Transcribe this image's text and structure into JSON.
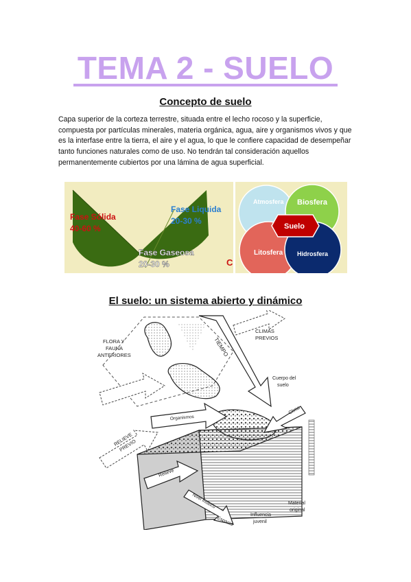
{
  "title": "TEMA 2 - SUELO",
  "section1": {
    "heading": "Concepto de suelo",
    "paragraph": "Capa superior de la corteza terrestre, situada entre el lecho rocoso y la superficie, compuesta por partículas minerales, materia orgánica, agua, aire y organismos vivos y que es la interfase entre la tierra, el aire y el agua, lo que le confiere capacidad de desempeñar tanto funciones naturales como de uso. No tendrán tal consideración aquellos permanentemente cubiertos por una lámina de agua superficial."
  },
  "phases": {
    "solida_name": "Fase Sólida",
    "solida_pct": "40-60 %",
    "liquida_name": "Fase Liquida",
    "liquida_pct": "20-30 %",
    "gaseosa_name": "Fase Gaseosa",
    "gaseosa_pct": "20-30 %",
    "corner": "C",
    "colors": {
      "solida": "#cc1111",
      "liquida": "#2b7fd0",
      "gaseosa": "#ffffff",
      "pie": "#3a6b12"
    }
  },
  "spheres": {
    "atmosfera": "Atmosfera",
    "biosfera": "Biosfera",
    "suelo": "Suelo",
    "litosfera": "Litosfera",
    "hidrosfera": "Hidrosfera",
    "colors": {
      "atmosfera": "#bfe3ee",
      "biosfera": "#8ed14a",
      "suelo": "#c00000",
      "litosfera": "#e2655a",
      "hidrosfera": "#0b2a6e"
    }
  },
  "section2": {
    "heading": "El suelo: un sistema abierto y dinámico"
  },
  "diagram": {
    "flora": "FLORA Y",
    "fauna": "FAUNA",
    "anteriores": "ANTERIORES",
    "climas": "CLIMAS",
    "previos": "PREVIOS",
    "tiempo": "TIEMPO",
    "cuerpo": "Cuerpo del",
    "suelo": "suelo",
    "clima": "Clima",
    "organismos": "Organismos",
    "relieve_previo_1": "RELIEVE",
    "relieve_previo_2": "PREVIO",
    "relieve": "Relieve",
    "nivel_freatico": "Nivel freático",
    "material": "Material",
    "original": "original",
    "espacio": "Espacio",
    "influencia": "Influencia",
    "juvenil": "juvenil"
  }
}
